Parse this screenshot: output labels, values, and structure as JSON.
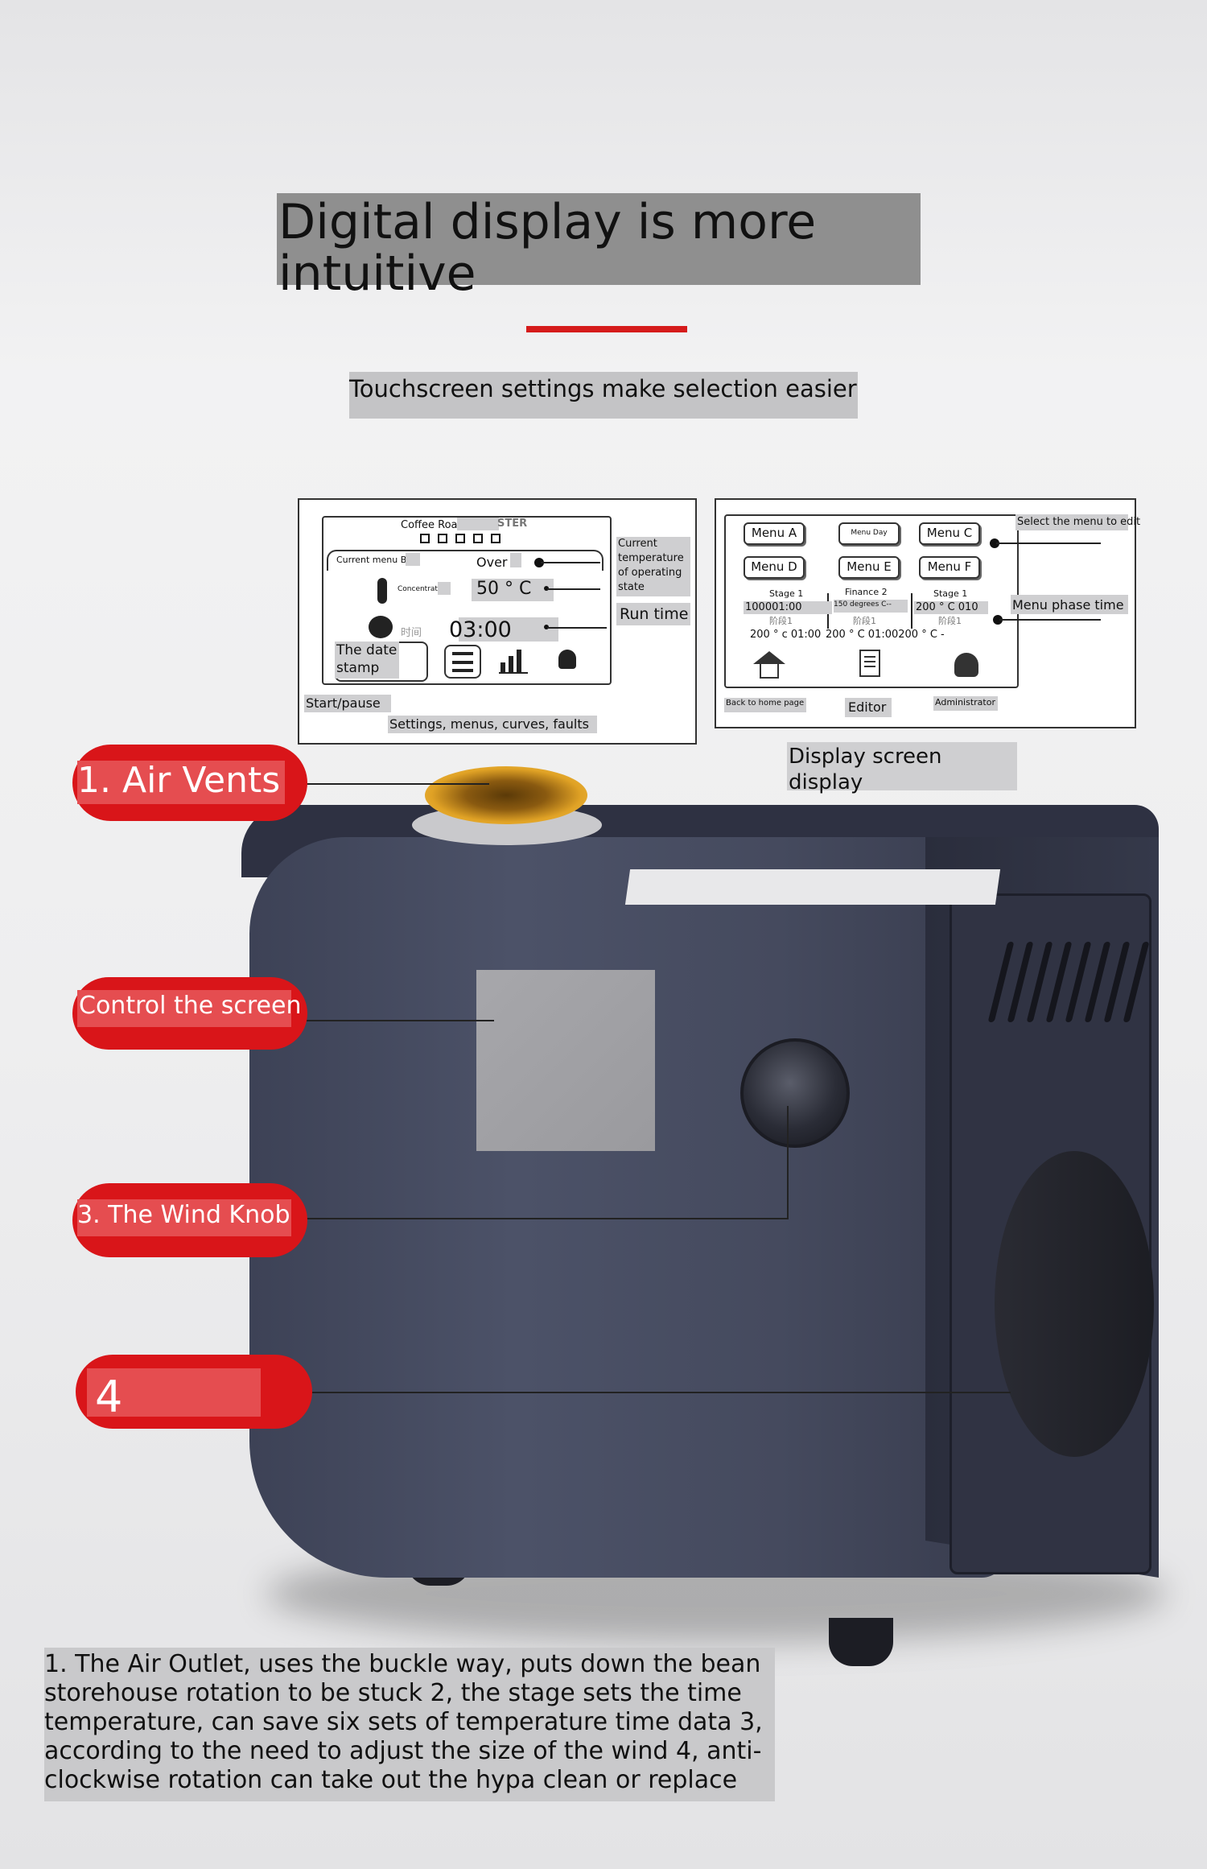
{
  "header": {
    "title": "Digital display is more intuitive",
    "subtitle": "Touchscreen settings make selection easier"
  },
  "panel1": {
    "brand": "Coffee Roas",
    "brand_tail": "STER",
    "current_menu": "Current menu B",
    "over": "Over",
    "concentration": "Concentration",
    "temperature": "50 ° C",
    "time_cn": "时间",
    "run_value": "03:00",
    "date_stamp": "The date stamp",
    "current_temp_label": "Current temperature of operating state",
    "run_time_label": "Run time",
    "start_pause": "Start/pause",
    "settings_caption": "Settings, menus, curves, faults"
  },
  "panel2": {
    "menu_a": "Menu A",
    "menu_day": "Menu Day",
    "menu_c": "Menu C",
    "menu_d": "Menu D",
    "menu_e": "Menu E",
    "menu_f": "Menu F",
    "stage1_left": "Stage 1",
    "finance2": "Finance 2",
    "stage1_right": "Stage 1",
    "row_a1": "100001:00",
    "row_a2": "150 degrees C--",
    "row_a3": "200 ° C 010",
    "cn1": "阶段1",
    "cn2": "阶段1",
    "cn3": "阶段1",
    "row_b1": "200 ° c 01:00",
    "row_b2": "200 ° C 01:00200 ° C -",
    "select_menu": "Select the menu to edit",
    "phase_time": "Menu phase time",
    "back_home": "Back to home page",
    "editor": "Editor",
    "admin": "Administrator",
    "display_caption": "Display screen display"
  },
  "callouts": {
    "c1": "1. Air Vents",
    "c2": "Control the screen",
    "c3": "3. The Wind Knob",
    "c4": "4"
  },
  "caption": "1. The Air Outlet, uses the buckle way, puts down the bean storehouse rotation to be stuck 2, the stage sets the time temperature, can save six sets of temperature time data 3, according to the need to adjust the size of the wind 4, anti-clockwise rotation can take out the hypa clean or replace",
  "colors": {
    "accent_red": "#d91519",
    "device_body": "#454a5e",
    "vent_gold": "#e0a225"
  }
}
